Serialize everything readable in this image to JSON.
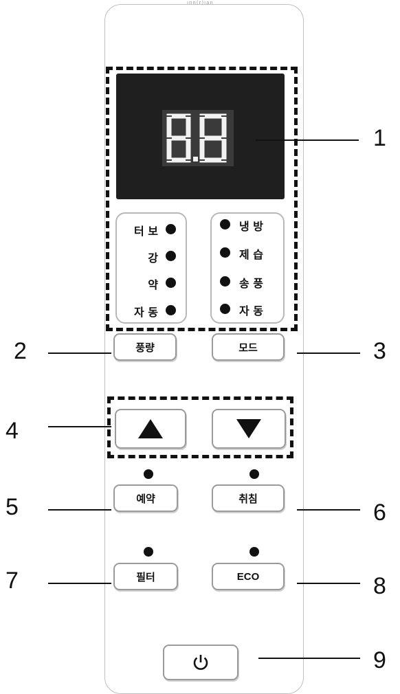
{
  "brand": "inn(r) ian",
  "display": {
    "digits": "8.8"
  },
  "fan_indicators": [
    "터 보",
    "강",
    "약",
    "자 동"
  ],
  "mode_indicators": [
    "냉 방",
    "제 습",
    "송 풍",
    "자 동"
  ],
  "buttons": {
    "fan": "풍량",
    "mode": "모드",
    "timer": "예약",
    "sleep": "취침",
    "filter": "필터",
    "eco": "ECO"
  },
  "icons": {
    "up": "up-arrow-icon",
    "down": "down-arrow-icon",
    "power": "power-icon"
  },
  "callouts": [
    "1",
    "2",
    "3",
    "4",
    "5",
    "6",
    "7",
    "8",
    "9"
  ]
}
